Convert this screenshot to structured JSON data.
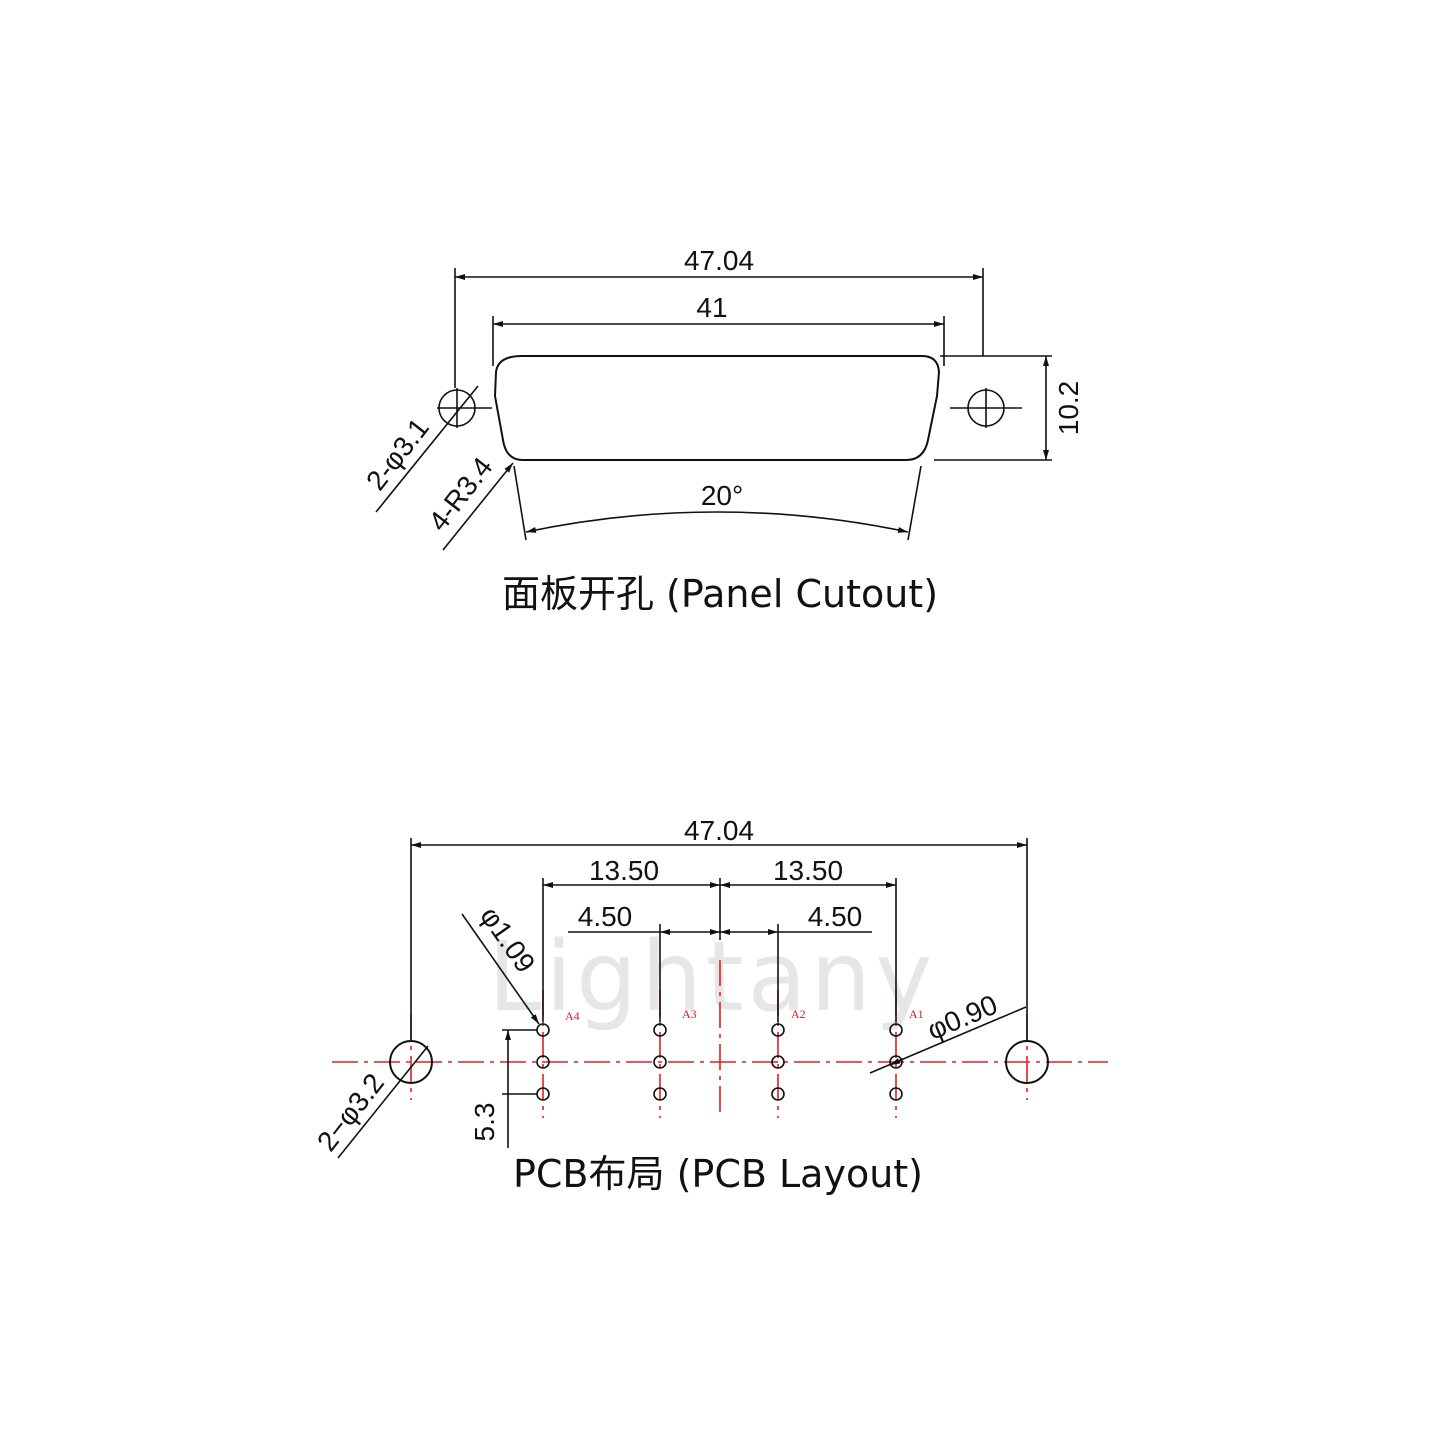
{
  "watermark": "Lightany",
  "panel_cutout": {
    "caption": "面板开孔 (Panel Cutout)",
    "dim_overall": "47.04",
    "dim_opening": "41",
    "dim_height": "10.2",
    "dim_angle": "20°",
    "dim_hole": "2-φ3.1",
    "dim_radius": "4-R3.4"
  },
  "pcb_layout": {
    "caption": "PCB布局 (PCB Layout)",
    "dim_overall": "47.04",
    "dim_left_span": "13.50",
    "dim_right_span": "13.50",
    "dim_left_pitch": "4.50",
    "dim_right_pitch": "4.50",
    "dim_pin_hole": "φ1.09",
    "dim_small_hole": "φ0.90",
    "dim_mount_hole": "2−φ3.2",
    "dim_row": "5.3",
    "pin_labels": [
      "A4",
      "A3",
      "A2",
      "A1"
    ]
  }
}
